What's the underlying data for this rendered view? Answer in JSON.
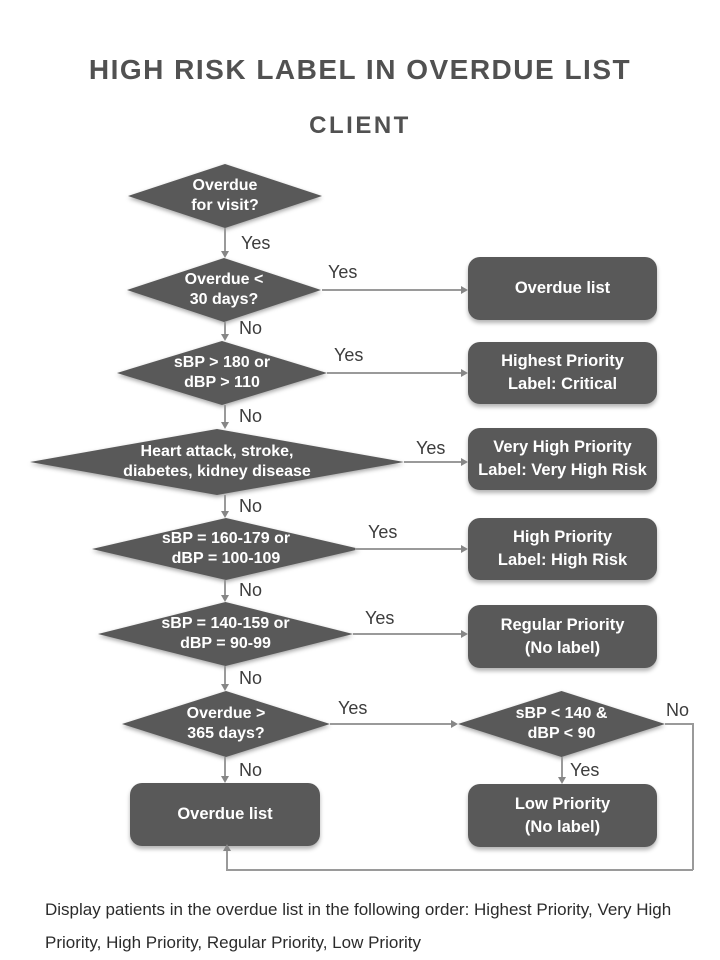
{
  "title": "HIGH RISK LABEL IN OVERDUE LIST",
  "subtitle": "CLIENT",
  "footer_lines": [
    "Display patients in the overdue list in the following order: Highest Priority, Very High",
    "Priority, High Priority, Regular Priority, Low Priority"
  ],
  "colors": {
    "page_bg": "#ffffff",
    "shape_fill": "#595959",
    "shape_text": "#ffffff",
    "connector": "#9a9a9a",
    "arrowhead": "#868686",
    "label_text": "#3c3c3c",
    "title_text": "#515151",
    "footer_text": "#2b2b2b"
  },
  "nodes": {
    "overdue_visit": {
      "type": "decision",
      "line1": "Overdue",
      "line2": "for visit?"
    },
    "overdue_under_30": {
      "type": "decision",
      "line1": "Overdue <",
      "line2": "30 days?"
    },
    "bp_crisis": {
      "type": "decision",
      "line1": "sBP > 180 or",
      "line2": "dBP > 110"
    },
    "comorbidity": {
      "type": "decision",
      "line1": "Heart attack, stroke,",
      "line2": "diabetes, kidney disease"
    },
    "bp_stage_2": {
      "type": "decision",
      "line1": "sBP = 160-179 or",
      "line2": "dBP = 100-109"
    },
    "bp_stage_1": {
      "type": "decision",
      "line1": "sBP = 140-159 or",
      "line2": "dBP = 90-99"
    },
    "overdue_over_365": {
      "type": "decision",
      "line1": "Overdue >",
      "line2": "365 days?"
    },
    "bp_normal": {
      "type": "decision",
      "line1": "sBP < 140 &",
      "line2": "dBP < 90"
    },
    "overdue_list_top": {
      "type": "output",
      "line1": "Overdue list",
      "line2": ""
    },
    "highest_priority": {
      "type": "output",
      "line1": "Highest Priority",
      "line2": "Label: Critical"
    },
    "very_high_priority": {
      "type": "output",
      "line1": "Very High Priority",
      "line2": "Label: Very High Risk"
    },
    "high_priority": {
      "type": "output",
      "line1": "High Priority",
      "line2": "Label: High Risk"
    },
    "regular_priority": {
      "type": "output",
      "line1": "Regular Priority",
      "line2": "(No label)"
    },
    "overdue_list_bottom": {
      "type": "output",
      "line1": "Overdue list",
      "line2": ""
    },
    "low_priority": {
      "type": "output",
      "line1": "Low Priority",
      "line2": "(No label)"
    }
  },
  "edge_labels": {
    "visit_yes": "Yes",
    "under30_yes": "Yes",
    "under30_no": "No",
    "crisis_yes": "Yes",
    "crisis_no": "No",
    "comorbid_yes": "Yes",
    "comorbid_no": "No",
    "stage2_yes": "Yes",
    "stage2_no": "No",
    "stage1_yes": "Yes",
    "stage1_no": "No",
    "over365_yes": "Yes",
    "over365_no": "No",
    "normal_yes": "Yes",
    "normal_no": "No"
  }
}
